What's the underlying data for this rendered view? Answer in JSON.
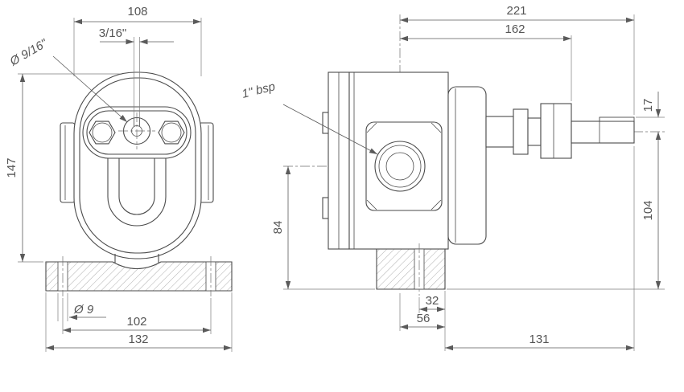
{
  "drawing": {
    "background": "#ffffff",
    "line_color": "#4a4a4a",
    "dim_color": "#555555",
    "views": {
      "front": {
        "dims": {
          "body_width": "108",
          "keyway": "3/16\"",
          "shaft_dia": "Ø 9/16\"",
          "height": "147",
          "hole_dia": "Ø 9",
          "hole_spacing": "102",
          "base_width": "132"
        }
      },
      "side": {
        "dims": {
          "overall_length": "221",
          "body_length": "162",
          "port": "1\" bsp",
          "key_height": "17",
          "shaft_height": "104",
          "port_height": "84",
          "hole_to_edge": "32",
          "center_to_edge": "56",
          "shaft_length": "131"
        }
      }
    }
  }
}
